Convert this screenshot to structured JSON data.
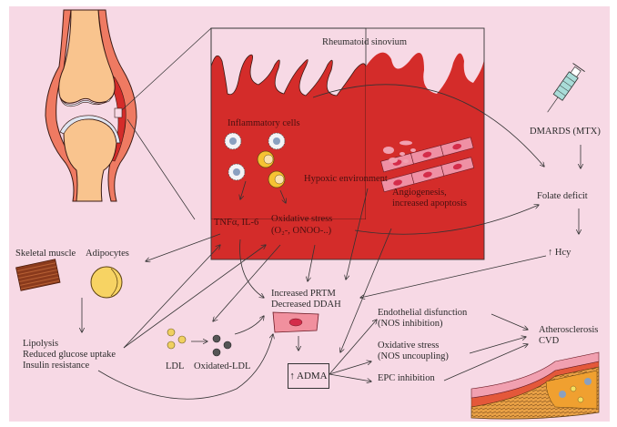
{
  "figure": {
    "background_color": "#f7d9e5",
    "synovium_color": "#d42c2a",
    "bone_color": "#f9c48e",
    "capsule_color": "#ef7a62"
  },
  "labels": {
    "rheumatoid_sinovium": "Rheumatoid sinovium",
    "inflammatory_cells": "Inflammatory cells",
    "hypoxic_environment": "Hypoxic environment",
    "angiogenesis_line1": "Angiogenesis,",
    "angiogenesis_line2": "increased apoptosis",
    "tnf_il6": "TNFα, IL-6",
    "oxidative_stress_line1": "Oxidative stress",
    "oxidative_stress_line2": "(O₂-, ONOO-..)",
    "dmards": "DMARDS (MTX)",
    "folate_deficit": "Folate deficit",
    "hcy": "↑ Hcy",
    "skeletal_muscle": "Skeletal muscle",
    "adipocytes": "Adipocytes",
    "lipolysis": "Lipolysis",
    "reduced_glucose": "Reduced glucose uptake",
    "insulin_resistance": "Insulin resistance",
    "ldl": "LDL",
    "oxidated_ldl": "Oxidated-LDL",
    "increased_prtm": "Increased PRTM",
    "decreased_ddah": "Decreased DDAH",
    "adma": "↑ ADMA",
    "endothelial_line1": "Endothelial disfunction",
    "endothelial_line2": "(NOS inhibition)",
    "oxstress2_line1": "Oxidative stress",
    "oxstress2_line2": "(NOS uncoupling)",
    "epc_inhibition": "EPC inhibition",
    "atherosclerosis": "Atherosclerosis",
    "cvd": "CVD"
  }
}
